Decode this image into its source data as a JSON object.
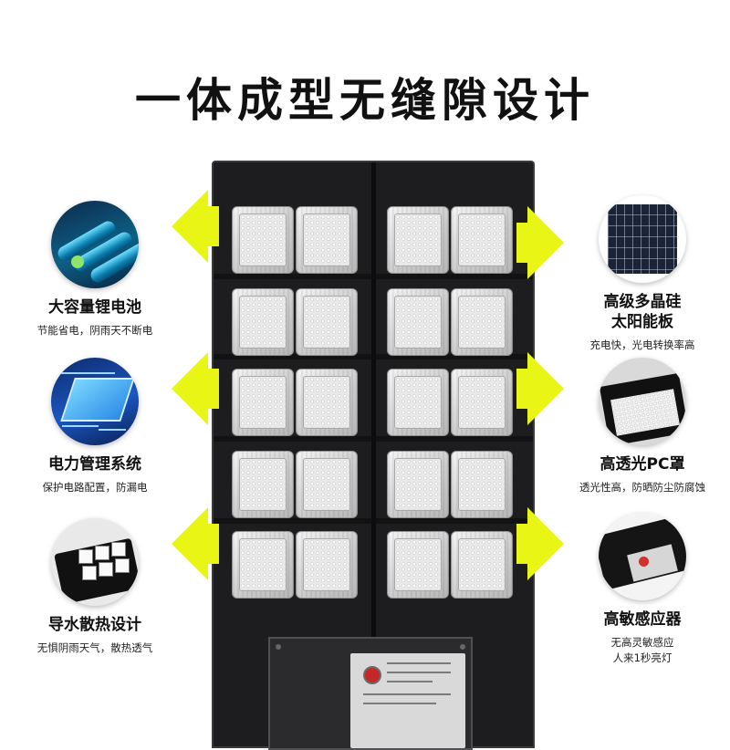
{
  "headline": "一体成型无缝隙设计",
  "colors": {
    "arrow": "#e8f515",
    "lamp_body": "#1d1d1f",
    "text": "#111111"
  },
  "features_left": [
    {
      "icon": "battery-photo-icon",
      "title": "大容量锂电池",
      "desc": [
        "节能省电，阴雨天不断电"
      ]
    },
    {
      "icon": "circuit-board-photo-icon",
      "title": "电力管理系统",
      "desc": [
        "保护电路配置，防漏电"
      ]
    },
    {
      "icon": "lamp-underside-photo-icon",
      "title": "导水散热设计",
      "desc": [
        "无惧阴雨天气，散热透气"
      ]
    }
  ],
  "features_right": [
    {
      "icon": "solar-panel-photo-icon",
      "title": [
        "高级多晶硅",
        "太阳能板"
      ],
      "desc": [
        "充电快，光电转换率高"
      ]
    },
    {
      "icon": "pc-cover-photo-icon",
      "title": [
        "高透光PC罩"
      ],
      "desc": [
        "透光性高，防晒防尘防腐蚀"
      ]
    },
    {
      "icon": "sensor-photo-icon",
      "title": [
        "高敏感应器"
      ],
      "desc": [
        "无高灵敏感应",
        "人来1秒亮灯"
      ]
    }
  ]
}
